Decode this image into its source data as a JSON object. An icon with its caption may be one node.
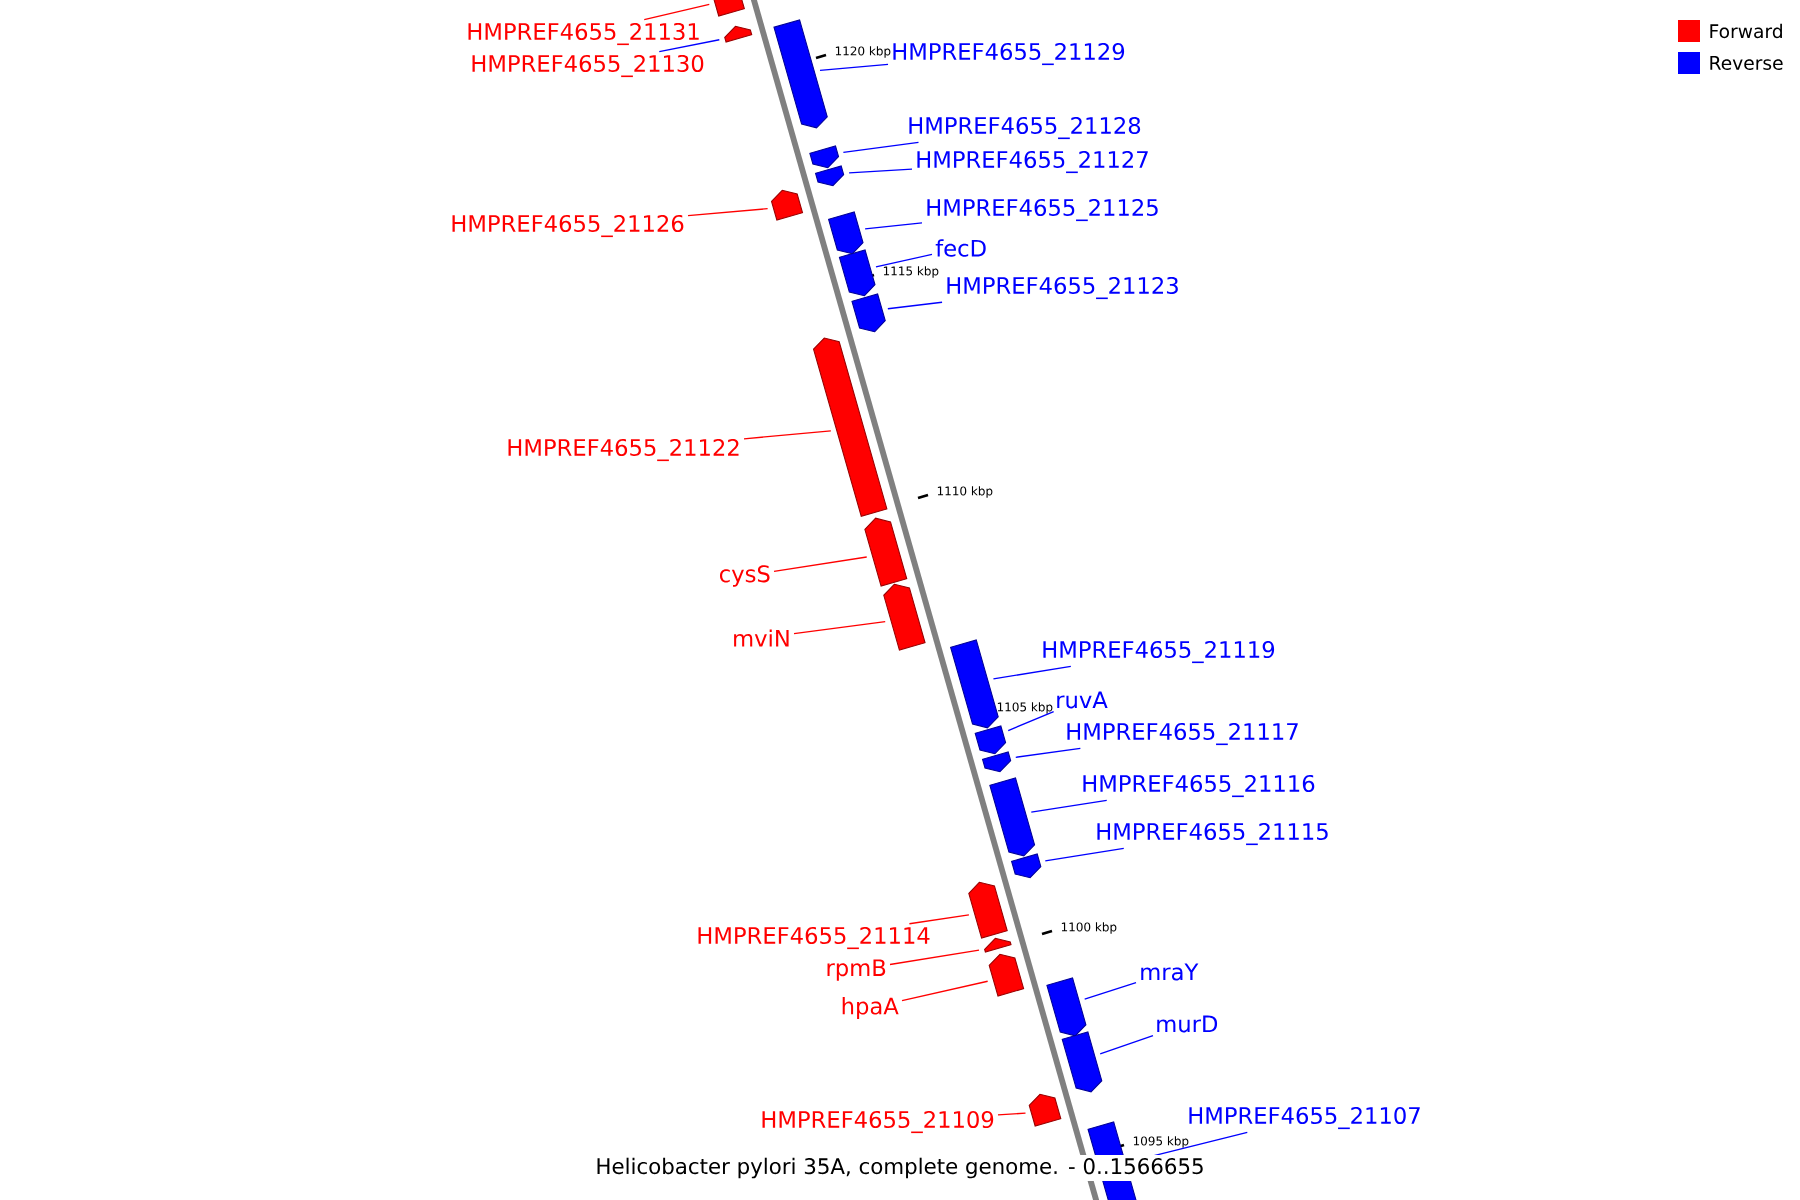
{
  "diagram": {
    "caption": "Helicobacter pylori 35A, complete genome. - 0..1566655",
    "nodes": [
      {
        "text": [
          "HMPREF4655_21131"
        ]
      },
      {
        "text": [],
        "shape": "bar"
      },
      {
        "text": [
          "HMPREF4655_21130"
        ]
      },
      {
        "text": [],
        "shape": "bar"
      },
      {
        "text": [
          "HMPREF4655_21129"
        ]
      },
      {
        "text": [],
        "shape": "bar"
      },
      {
        "text": [
          "HMPREF4655_21128"
        ]
      },
      {
        "text": [],
        "shape": "bar"
      },
      {
        "text": [
          "HMPREF4655_21127"
        ]
      },
      {
        "text": [],
        "shape": "bar"
      },
      {
        "text": [
          "HMPREF4655_21126"
        ]
      },
      {
        "text": [],
        "shape": "bar"
      },
      {
        "text": [
          "HMPREF4655_21125"
        ]
      },
      {
        "text": [],
        "shape": "bar"
      },
      {
        "text": [
          "fecD"
        ]
      },
      {
        "text": [],
        "shape": "bar"
      },
      {
        "text": [
          "HMPREF4655_21123"
        ]
      },
      {
        "text": [],
        "shape": "bar"
      },
      {
        "text": [
          "HMPREF4655_21122"
        ]
      },
      {
        "text": [],
        "shape": "bar"
      },
      {
        "text": [
          "cysS"
        ]
      },
      {
        "text": [],
        "shape": "bar"
      },
      {
        "text": [
          "mviN"
        ]
      },
      {
        "text": [],
        "shape": "bar"
      },
      {
        "text": [
          "HMPREF4655_21119"
        ]
      },
      {
        "text": [],
        "shape": "bar"
      },
      {
        "text": [
          "ruvA"
        ]
      },
      {
        "text": [],
        "shape": "bar"
      },
      {
        "text": [
          "HMPREF4655_21117"
        ]
      },
      {
        "text": [],
        "shape": "bar"
      },
      {
        "text": [
          "HMPREF4655_21116"
        ]
      },
      {
        "text": [],
        "shape": "bar"
      },
      {
        "text": [
          "HMPREF4655_21115"
        ]
      },
      {
        "text": [],
        "shape": "bar"
      },
      {
        "text": [
          "HMPREF4655_21114"
        ]
      },
      {
        "text": [],
        "shape": "bar"
      },
      {
        "text": [
          "rpmB"
        ]
      },
      {
        "text": [],
        "shape": "bar"
      },
      {
        "text": [
          "hpaA"
        ]
      },
      {
        "text": [],
        "shape": "bar"
      },
      {
        "text": [
          "mraY"
        ]
      },
      {
        "text": [],
        "shape": "bar"
      },
      {
        "text": [
          "murD"
        ]
      },
      {
        "text": [],
        "shape": "bar"
      },
      {
        "text": [
          "HMPREF4655_21109"
        ]
      },
      {
        "text": [],
        "shape": "bar"
      },
      {
        "text": [
          "HMPREF4655_21107"
        ]
      },
      {
        "text": [],
        "shape": "bar"
      }
    ],
    "edges": [
      {
        "from": 0,
        "to": 1,
        "arrow": "none",
        "color": "#ff0000"
      },
      {
        "from": 2,
        "to": 3,
        "arrow": "none"
      },
      {
        "from": 4,
        "to": 5,
        "arrow": "none"
      },
      {
        "from": 6,
        "to": 7,
        "arrow": "none"
      },
      {
        "from": 8,
        "to": 9,
        "arrow": "none"
      },
      {
        "from": 10,
        "to": 11,
        "arrow": "none",
        "color": "#ff0000"
      },
      {
        "from": 12,
        "to": 13,
        "arrow": "none"
      },
      {
        "from": 14,
        "to": 15,
        "arrow": "none"
      },
      {
        "from": 16,
        "to": 17,
        "arrow": "none"
      },
      {
        "from": 18,
        "to": 19,
        "arrow": "none",
        "color": "#ff0000"
      },
      {
        "from": 20,
        "to": 21,
        "arrow": "none",
        "color": "#ff0000"
      },
      {
        "from": 22,
        "to": 23,
        "arrow": "none",
        "color": "#ff0000"
      },
      {
        "from": 24,
        "to": 25,
        "arrow": "none"
      },
      {
        "from": 26,
        "to": 27,
        "arrow": "none"
      },
      {
        "from": 28,
        "to": 29,
        "arrow": "none"
      },
      {
        "from": 30,
        "to": 31,
        "arrow": "none"
      },
      {
        "from": 32,
        "to": 33,
        "arrow": "none"
      },
      {
        "from": 34,
        "to": 35,
        "arrow": "none",
        "color": "#ff0000"
      },
      {
        "from": 36,
        "to": 37,
        "arrow": "none",
        "color": "#ff0000"
      },
      {
        "from": 38,
        "to": 39,
        "arrow": "none",
        "color": "#ff0000"
      },
      {
        "from": 40,
        "to": 41,
        "arrow": "none"
      },
      {
        "from": 42,
        "to": 43,
        "arrow": "none"
      },
      {
        "from": 44,
        "to": 45,
        "arrow": "none",
        "color": "#ff0000"
      },
      {
        "from": 46,
        "to": 47,
        "arrow": "none"
      }
    ],
    "labels": [
      "1120 kbp",
      "1115 kbp",
      "1110 kbp",
      "1105 kbp",
      "1100 kbp",
      "1095 kbp"
    ],
    "legend": [
      {
        "text": "Forward",
        "color": "#ff0000"
      },
      {
        "text": "Reverse",
        "color": "#0000ff"
      }
    ]
  }
}
